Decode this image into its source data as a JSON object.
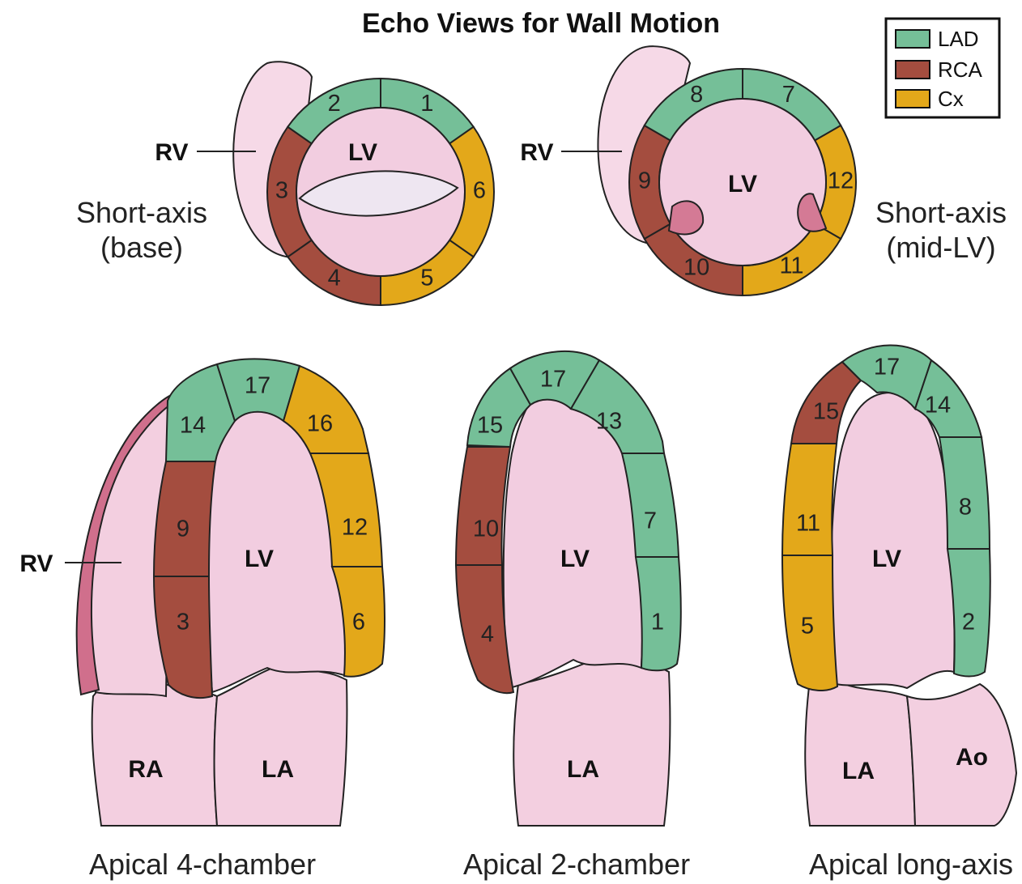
{
  "title": "Echo Views for Wall Motion",
  "legend": [
    {
      "label": "LAD",
      "color": "#75bf98"
    },
    {
      "label": "RCA",
      "color": "#a44d3f"
    },
    {
      "label": "Cx",
      "color": "#e3a81a"
    }
  ],
  "views": {
    "sa_base": {
      "caption_line1": "Short-axis",
      "caption_line2": "(base)",
      "rv": "RV",
      "lv": "LV",
      "segments": {
        "s1": "1",
        "s2": "2",
        "s3": "3",
        "s4": "4",
        "s5": "5",
        "s6": "6"
      }
    },
    "sa_mid": {
      "caption_line1": "Short-axis",
      "caption_line2": "(mid-LV)",
      "rv": "RV",
      "lv": "LV",
      "segments": {
        "s7": "7",
        "s8": "8",
        "s9": "9",
        "s10": "10",
        "s11": "11",
        "s12": "12"
      }
    },
    "a4c": {
      "caption": "Apical 4-chamber",
      "rv": "RV",
      "lv": "LV",
      "ra": "RA",
      "la": "LA",
      "segments": {
        "s14": "14",
        "s17": "17",
        "s16": "16",
        "s9": "9",
        "s3": "3",
        "s12": "12",
        "s6": "6"
      }
    },
    "a2c": {
      "caption": "Apical 2-chamber",
      "lv": "LV",
      "la": "LA",
      "segments": {
        "s17": "17",
        "s15": "15",
        "s13": "13",
        "s10": "10",
        "s4": "4",
        "s7": "7",
        "s1": "1"
      }
    },
    "alax": {
      "caption": "Apical long-axis",
      "lv": "LV",
      "la": "LA",
      "ao": "Ao",
      "segments": {
        "s17": "17",
        "s15": "15",
        "s14": "14",
        "s11": "11",
        "s5": "5",
        "s8": "8",
        "s2": "2"
      }
    }
  }
}
